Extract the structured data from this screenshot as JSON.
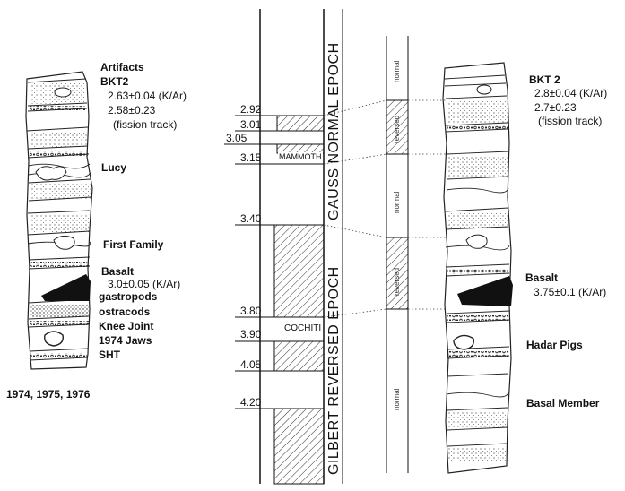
{
  "left_column": {
    "labels": [
      "Artifacts",
      "BKT2",
      "2.63±0.04 (K/Ar)",
      "2.58±0.23",
      "(fission track)",
      "Lucy",
      "First Family",
      "Basalt",
      "3.0±0.05 (K/Ar)",
      "gastropods",
      "ostracods",
      "Knee Joint",
      "1974 Jaws",
      "SHT"
    ],
    "caption": "1974, 1975, 1976"
  },
  "right_column": {
    "labels": [
      "BKT 2",
      "2.8±0.04 (K/Ar)",
      "2.7±0.23",
      "(fission track)",
      "Basalt",
      "3.75±0.1 (K/Ar)",
      "Hadar Pigs",
      "Basal Member"
    ]
  },
  "timescale": {
    "ages": [
      "2.92",
      "3.01",
      "3.05",
      "3.15",
      "3.40",
      "3.80",
      "3.90",
      "4.05",
      "4.20"
    ],
    "subchrons": [
      "MAMMOTH",
      "COCHITI"
    ],
    "epochs": [
      "GAUSS NORMAL EPOCH",
      "GILBERT REVERSED EPOCH"
    ]
  },
  "polarity_column": {
    "labels": [
      "normal",
      "reversed",
      "normal",
      "reversed",
      "normal"
    ]
  }
}
